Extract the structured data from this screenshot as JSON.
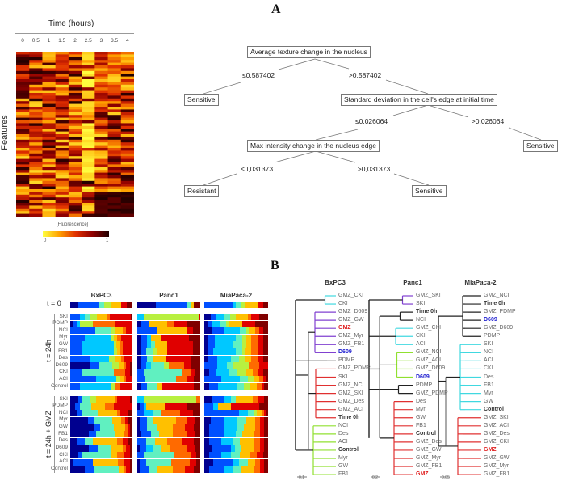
{
  "panel_a": {
    "letter": "A",
    "heatmap": {
      "title": "Time (hours)",
      "time_ticks": [
        "0",
        "0.5",
        "1",
        "1.5",
        "2",
        "2.5",
        "3",
        "3.5",
        "4"
      ],
      "ylabel": "Features",
      "colorbar_label": "[Fluorescence]",
      "colorbar_min": "0",
      "colorbar_max": "1",
      "colormap": [
        "#ffff40",
        "#ffa000",
        "#e03000",
        "#900000",
        "#200000"
      ]
    },
    "tree": {
      "root": "Average texture change in the nucleus",
      "root_left_edge": "≤0,587402",
      "root_right_edge": ">0,587402",
      "leaf_1": "Sensitive",
      "node_2": "Standard deviation in the cell's edge at initial time",
      "node_2_left_edge": "≤0,026064",
      "node_2_right_edge": ">0,026064",
      "leaf_2": "Sensitive",
      "node_3": "Max intensity change in the nucleus edge",
      "node_3_left_edge": "≤0,031373",
      "node_3_right_edge": ">0,031373",
      "leaf_3": "Resistant",
      "leaf_4": "Sensitive"
    }
  },
  "panel_b": {
    "letter": "B",
    "palette": [
      "#00008f",
      "#0050ff",
      "#00c8ff",
      "#60f0c0",
      "#b8f040",
      "#ffc000",
      "#ff6a00",
      "#e00000",
      "#800000"
    ],
    "t0_label": "t = 0",
    "group_24h_label": "t = 24h",
    "group_gmz_label": "t = 24h + GMZ",
    "row_labels": [
      "SKI",
      "PDMP",
      "NCI",
      "Myr",
      "GW",
      "FB1",
      "Des",
      "D609",
      "CKI",
      "ACI",
      "Control"
    ],
    "cell_lines": [
      {
        "name": "BxPC3",
        "t0": [
          12,
          33,
          0,
          9,
          11,
          17,
          0,
          9,
          9
        ],
        "h24": [
          [
            0,
            15,
            8,
            10,
            10,
            16,
            5,
            34,
            2
          ],
          [
            5,
            6,
            4,
            0,
            22,
            0,
            35,
            28,
            0
          ],
          [
            0,
            40,
            0,
            25,
            8,
            12,
            5,
            10,
            0
          ],
          [
            0,
            24,
            42,
            0,
            4,
            6,
            6,
            18,
            0
          ],
          [
            0,
            20,
            50,
            0,
            4,
            6,
            4,
            16,
            0
          ],
          [
            0,
            20,
            50,
            0,
            5,
            5,
            4,
            16,
            0
          ],
          [
            0,
            32,
            30,
            0,
            10,
            10,
            4,
            14,
            0
          ],
          [
            32,
            14,
            0,
            22,
            10,
            8,
            4,
            6,
            4
          ],
          [
            0,
            20,
            0,
            50,
            0,
            0,
            18,
            8,
            4
          ],
          [
            0,
            42,
            32,
            0,
            6,
            6,
            4,
            10,
            0
          ],
          [
            0,
            16,
            50,
            0,
            6,
            0,
            8,
            20,
            0
          ]
        ],
        "gmz": [
          [
            12,
            6,
            0,
            14,
            10,
            30,
            4,
            20,
            4
          ],
          [
            8,
            8,
            0,
            18,
            0,
            22,
            14,
            30,
            0
          ],
          [
            10,
            10,
            0,
            24,
            0,
            32,
            4,
            14,
            6
          ],
          [
            28,
            10,
            0,
            30,
            0,
            14,
            6,
            6,
            6
          ],
          [
            38,
            10,
            0,
            22,
            0,
            18,
            4,
            4,
            4
          ],
          [
            30,
            12,
            0,
            30,
            0,
            14,
            6,
            4,
            4
          ],
          [
            10,
            14,
            0,
            12,
            0,
            40,
            8,
            10,
            6
          ],
          [
            30,
            14,
            0,
            22,
            0,
            18,
            6,
            6,
            4
          ],
          [
            12,
            6,
            0,
            48,
            0,
            10,
            10,
            10,
            4
          ],
          [
            4,
            32,
            0,
            0,
            0,
            40,
            10,
            10,
            4
          ],
          [
            24,
            14,
            0,
            40,
            0,
            8,
            4,
            6,
            4
          ]
        ]
      },
      {
        "name": "Panc1",
        "t0": [
          30,
          50,
          0,
          5,
          0,
          5,
          0,
          0,
          10
        ],
        "h24": [
          [
            0,
            0,
            10,
            0,
            88,
            0,
            0,
            2,
            0
          ],
          [
            6,
            12,
            0,
            0,
            0,
            30,
            10,
            20,
            22
          ],
          [
            0,
            32,
            0,
            0,
            0,
            46,
            0,
            10,
            12
          ],
          [
            6,
            10,
            6,
            0,
            0,
            16,
            0,
            44,
            18
          ],
          [
            6,
            10,
            6,
            6,
            0,
            20,
            0,
            40,
            12
          ],
          [
            6,
            8,
            0,
            10,
            8,
            16,
            0,
            40,
            12
          ],
          [
            6,
            10,
            0,
            10,
            0,
            20,
            0,
            40,
            14
          ],
          [
            6,
            8,
            8,
            20,
            8,
            0,
            24,
            12,
            14
          ],
          [
            0,
            10,
            0,
            60,
            0,
            0,
            14,
            8,
            8
          ],
          [
            0,
            12,
            0,
            50,
            0,
            0,
            18,
            10,
            10
          ],
          [
            6,
            10,
            0,
            16,
            0,
            8,
            0,
            50,
            10
          ]
        ],
        "gmz": [
          [
            0,
            0,
            10,
            0,
            84,
            0,
            6,
            0,
            0
          ],
          [
            4,
            6,
            4,
            0,
            0,
            30,
            0,
            36,
            20
          ],
          [
            0,
            10,
            14,
            14,
            0,
            0,
            30,
            20,
            12
          ],
          [
            4,
            12,
            0,
            10,
            0,
            36,
            18,
            12,
            8
          ],
          [
            4,
            12,
            0,
            16,
            0,
            24,
            20,
            14,
            10
          ],
          [
            6,
            16,
            0,
            12,
            0,
            22,
            22,
            14,
            8
          ],
          [
            0,
            14,
            0,
            14,
            0,
            20,
            22,
            20,
            10
          ],
          [
            4,
            10,
            10,
            14,
            0,
            14,
            28,
            12,
            8
          ],
          [
            0,
            10,
            0,
            48,
            0,
            0,
            26,
            10,
            6
          ],
          [
            4,
            10,
            0,
            40,
            0,
            0,
            30,
            10,
            6
          ],
          [
            4,
            14,
            0,
            14,
            0,
            24,
            20,
            14,
            10
          ]
        ]
      },
      {
        "name": "MiaPaca-2",
        "t0": [
          0,
          45,
          4,
          8,
          6,
          20,
          0,
          10,
          7
        ],
        "h24": [
          [
            10,
            8,
            12,
            10,
            10,
            18,
            6,
            12,
            14
          ],
          [
            6,
            6,
            12,
            10,
            4,
            22,
            0,
            20,
            20
          ],
          [
            12,
            20,
            24,
            10,
            4,
            10,
            6,
            6,
            8
          ],
          [
            6,
            10,
            34,
            10,
            6,
            8,
            10,
            8,
            8
          ],
          [
            6,
            10,
            30,
            14,
            6,
            8,
            10,
            8,
            8
          ],
          [
            6,
            8,
            36,
            10,
            4,
            10,
            10,
            8,
            8
          ],
          [
            6,
            14,
            22,
            12,
            10,
            10,
            10,
            8,
            8
          ],
          [
            0,
            20,
            16,
            10,
            24,
            0,
            16,
            14,
            0
          ],
          [
            8,
            10,
            20,
            14,
            14,
            10,
            8,
            8,
            8
          ],
          [
            0,
            26,
            30,
            12,
            10,
            8,
            6,
            4,
            4
          ],
          [
            8,
            14,
            30,
            10,
            10,
            10,
            8,
            4,
            6
          ]
        ],
        "gmz": [
          [
            12,
            20,
            10,
            8,
            0,
            26,
            8,
            10,
            6
          ],
          [
            0,
            14,
            8,
            0,
            0,
            20,
            0,
            44,
            14
          ],
          [
            0,
            54,
            14,
            10,
            4,
            8,
            4,
            4,
            2
          ],
          [
            10,
            22,
            20,
            14,
            0,
            14,
            8,
            6,
            6
          ],
          [
            8,
            22,
            22,
            10,
            0,
            18,
            8,
            6,
            6
          ],
          [
            8,
            24,
            18,
            10,
            0,
            18,
            10,
            6,
            6
          ],
          [
            8,
            18,
            20,
            10,
            0,
            22,
            10,
            6,
            6
          ],
          [
            12,
            30,
            6,
            10,
            0,
            20,
            10,
            6,
            6
          ],
          [
            8,
            18,
            16,
            14,
            0,
            16,
            10,
            10,
            8
          ],
          [
            14,
            30,
            10,
            14,
            0,
            12,
            8,
            6,
            6
          ],
          [
            8,
            22,
            16,
            12,
            0,
            20,
            10,
            6,
            6
          ]
        ]
      }
    ],
    "dendrograms": [
      {
        "name": "BxPC3",
        "scale": "0.1",
        "leaves": [
          [
            "GMZ_CKI",
            ""
          ],
          [
            "CKI",
            ""
          ],
          [
            "GMZ_D609",
            ""
          ],
          [
            "GMZ_GW",
            ""
          ],
          [
            "GMZ",
            "red"
          ],
          [
            "GMZ_Myr",
            ""
          ],
          [
            "GMZ_FB1",
            ""
          ],
          [
            "D609",
            "blue"
          ],
          [
            "PDMP",
            ""
          ],
          [
            "GMZ_PDMP",
            ""
          ],
          [
            "SKI",
            ""
          ],
          [
            "GMZ_NCI",
            ""
          ],
          [
            "GMZ_SKI",
            ""
          ],
          [
            "GMZ_Des",
            ""
          ],
          [
            "GMZ_ACI",
            ""
          ],
          [
            "Time 0h",
            "bold"
          ],
          [
            "NCI",
            ""
          ],
          [
            "Des",
            ""
          ],
          [
            "ACI",
            ""
          ],
          [
            "Control",
            "bold"
          ],
          [
            "Myr",
            ""
          ],
          [
            "GW",
            ""
          ],
          [
            "FB1",
            ""
          ]
        ],
        "clusters": [
          [
            0,
            1,
            "#40d8e0"
          ],
          [
            2,
            7,
            "#8040d0"
          ],
          [
            8,
            8,
            "#222222"
          ],
          [
            9,
            15,
            "#e03030"
          ],
          [
            16,
            22,
            "#90e030"
          ]
        ]
      },
      {
        "name": "Panc1",
        "scale": "0.2",
        "leaves": [
          [
            "GMZ_SKI",
            ""
          ],
          [
            "SKI",
            ""
          ],
          [
            "Time 0h",
            "bold"
          ],
          [
            "NCI",
            ""
          ],
          [
            "GMZ_CKI",
            ""
          ],
          [
            "CKI",
            ""
          ],
          [
            "ACI",
            ""
          ],
          [
            "GMZ_NCI",
            ""
          ],
          [
            "GMZ_ACI",
            ""
          ],
          [
            "GMZ_D609",
            ""
          ],
          [
            "D609",
            "blue"
          ],
          [
            "PDMP",
            ""
          ],
          [
            "GMZ_PDMP",
            ""
          ],
          [
            "Des",
            ""
          ],
          [
            "Myr",
            ""
          ],
          [
            "GW",
            ""
          ],
          [
            "FB1",
            ""
          ],
          [
            "Control",
            "bold"
          ],
          [
            "GMZ_Des",
            ""
          ],
          [
            "GMZ_GW",
            ""
          ],
          [
            "GMZ_Myr",
            ""
          ],
          [
            "GMZ_FB1",
            ""
          ],
          [
            "GMZ",
            "red"
          ]
        ],
        "clusters": [
          [
            0,
            1,
            "#8040d0"
          ],
          [
            2,
            3,
            "#222222"
          ],
          [
            4,
            6,
            "#40d8e0"
          ],
          [
            7,
            10,
            "#90e030"
          ],
          [
            11,
            12,
            "#222222"
          ],
          [
            13,
            22,
            "#e03030"
          ]
        ]
      },
      {
        "name": "MiaPaca-2",
        "scale": "0.05",
        "leaves": [
          [
            "GMZ_NCI",
            ""
          ],
          [
            "Time 0h",
            "bold"
          ],
          [
            "GMZ_PDMP",
            ""
          ],
          [
            "D609",
            "blue"
          ],
          [
            "GMZ_D609",
            ""
          ],
          [
            "PDMP",
            ""
          ],
          [
            "SKI",
            ""
          ],
          [
            "NCI",
            ""
          ],
          [
            "ACI",
            ""
          ],
          [
            "CKI",
            ""
          ],
          [
            "Des",
            ""
          ],
          [
            "FB1",
            ""
          ],
          [
            "Myr",
            ""
          ],
          [
            "GW",
            ""
          ],
          [
            "Control",
            "bold"
          ],
          [
            "GMZ_SKI",
            ""
          ],
          [
            "GMZ_ACI",
            ""
          ],
          [
            "GMZ_Des",
            ""
          ],
          [
            "GMZ_CKI",
            ""
          ],
          [
            "GMZ",
            "red"
          ],
          [
            "GMZ_GW",
            ""
          ],
          [
            "GMZ_Myr",
            ""
          ],
          [
            "GMZ_FB1",
            ""
          ]
        ],
        "clusters": [
          [
            0,
            5,
            "#222222"
          ],
          [
            6,
            14,
            "#40d8e0"
          ],
          [
            15,
            22,
            "#e03030"
          ]
        ]
      }
    ]
  }
}
